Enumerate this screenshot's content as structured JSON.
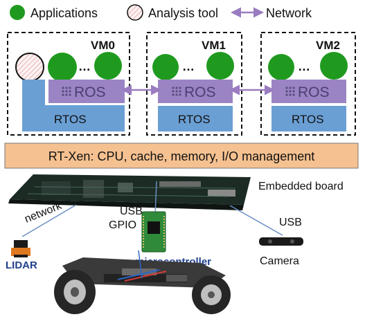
{
  "legend": {
    "applications": "Applications",
    "analysis_tool": "Analysis tool",
    "network": "Network"
  },
  "vms": [
    {
      "name": "VM0",
      "ros": "ROS",
      "rtos": "RTOS",
      "ellipsis": "…"
    },
    {
      "name": "VM1",
      "ros": "ROS",
      "rtos": "RTOS",
      "ellipsis": "…"
    },
    {
      "name": "VM2",
      "ros": "ROS",
      "rtos": "RTOS",
      "ellipsis": "…"
    }
  ],
  "hypervisor": "RT-Xen: CPU, cache, memory, I/O management",
  "hardware": {
    "embedded_board": "Embedded board",
    "usb_left": "USB",
    "gpio": "GPIO",
    "network": "network",
    "usb_right": "USB",
    "lidar": "LIDAR",
    "microcontroller": "microcontroller",
    "camera": "Camera"
  },
  "colors": {
    "app_green": "#1f9a1f",
    "ros_purple": "#9a84c4",
    "rtos_blue": "#6a9fd4",
    "hypervisor_orange": "#f5c190",
    "arrow_purple": "#9a7cc0",
    "label_blue": "#1f3f8c"
  }
}
